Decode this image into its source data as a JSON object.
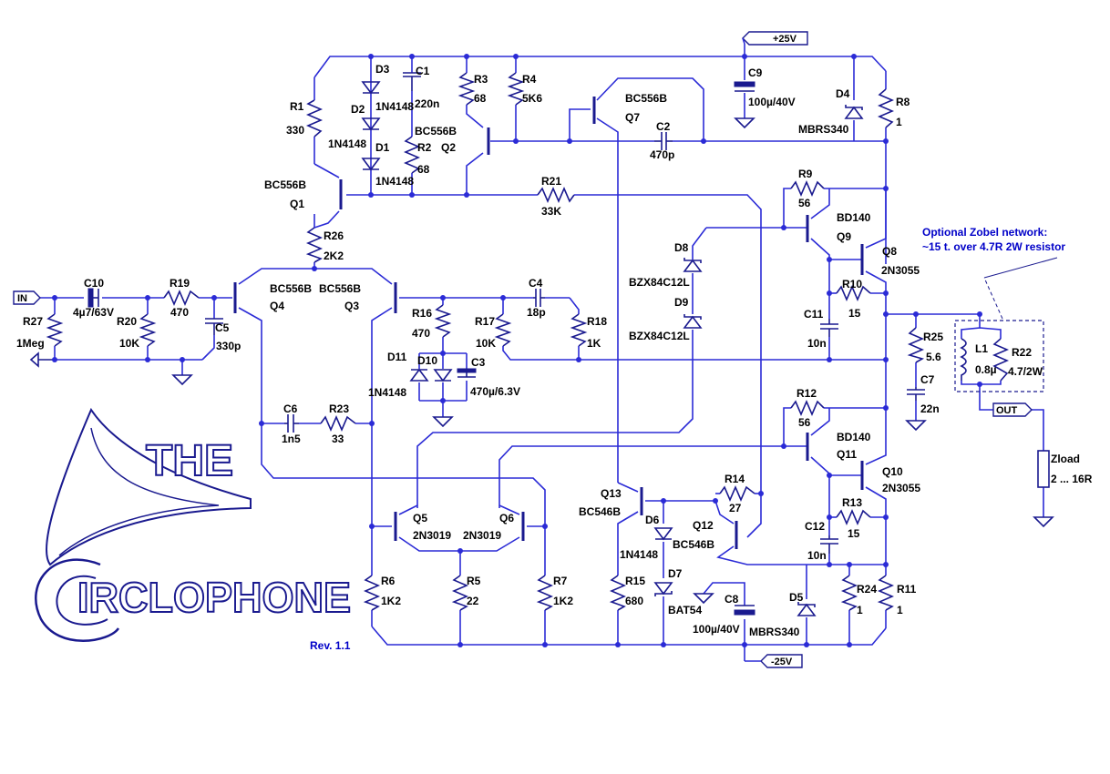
{
  "logo": {
    "line1": "THE",
    "line2": "IRCLOPHONE",
    "revision": "Rev. 1.1"
  },
  "ports": {
    "in": "IN",
    "out": "OUT",
    "vpos": "+25V",
    "vneg": "-25V"
  },
  "note": {
    "line1": "Optional Zobel network:",
    "line2": "~15 t. over 4.7R 2W resistor"
  },
  "labels": [
    {
      "id": "R1",
      "t": "R1"
    },
    {
      "id": "R1v",
      "t": "330"
    },
    {
      "id": "D3",
      "t": "D3"
    },
    {
      "id": "D2",
      "t": "D2"
    },
    {
      "id": "D2v",
      "t": "1N4148"
    },
    {
      "id": "D1",
      "t": "D1"
    },
    {
      "id": "D1v",
      "t": "1N4148"
    },
    {
      "id": "D12v",
      "t": "1N4148"
    },
    {
      "id": "C1",
      "t": "C1"
    },
    {
      "id": "C1v",
      "t": "220n"
    },
    {
      "id": "R2t",
      "t": "BC556B"
    },
    {
      "id": "R2",
      "t": "R2"
    },
    {
      "id": "Q2",
      "t": "Q2"
    },
    {
      "id": "R2v",
      "t": "68"
    },
    {
      "id": "R3",
      "t": "R3"
    },
    {
      "id": "R3v",
      "t": "68"
    },
    {
      "id": "R4",
      "t": "R4"
    },
    {
      "id": "R4v",
      "t": "5K6"
    },
    {
      "id": "Q7t",
      "t": "BC556B"
    },
    {
      "id": "Q7",
      "t": "Q7"
    },
    {
      "id": "C2",
      "t": "C2"
    },
    {
      "id": "C2v",
      "t": "470p"
    },
    {
      "id": "C9",
      "t": "C9"
    },
    {
      "id": "C9v",
      "t": "100µ/40V"
    },
    {
      "id": "D4",
      "t": "D4"
    },
    {
      "id": "D4v",
      "t": "MBRS340"
    },
    {
      "id": "R8",
      "t": "R8"
    },
    {
      "id": "R8v",
      "t": "1"
    },
    {
      "id": "Q1t",
      "t": "BC556B"
    },
    {
      "id": "Q1",
      "t": "Q1"
    },
    {
      "id": "R21",
      "t": "R21"
    },
    {
      "id": "R21v",
      "t": "33K"
    },
    {
      "id": "R9",
      "t": "R9"
    },
    {
      "id": "R9v",
      "t": "56"
    },
    {
      "id": "Q9t",
      "t": "BD140"
    },
    {
      "id": "Q9",
      "t": "Q9"
    },
    {
      "id": "Q8",
      "t": "Q8"
    },
    {
      "id": "Q8t",
      "t": "2N3055"
    },
    {
      "id": "R26",
      "t": "R26"
    },
    {
      "id": "R26v",
      "t": "2K2"
    },
    {
      "id": "D8",
      "t": "D8"
    },
    {
      "id": "D8v",
      "t": "BZX84C12L"
    },
    {
      "id": "D9",
      "t": "D9"
    },
    {
      "id": "D9v",
      "t": "BZX84C12L"
    },
    {
      "id": "C10",
      "t": "C10"
    },
    {
      "id": "C10v",
      "t": "4µ7/63V"
    },
    {
      "id": "R19",
      "t": "R19"
    },
    {
      "id": "R19v",
      "t": "470"
    },
    {
      "id": "Q4t",
      "t": "BC556B"
    },
    {
      "id": "Q4",
      "t": "Q4"
    },
    {
      "id": "Q3t",
      "t": "BC556B"
    },
    {
      "id": "Q3",
      "t": "Q3"
    },
    {
      "id": "C4",
      "t": "C4"
    },
    {
      "id": "C4v",
      "t": "18p"
    },
    {
      "id": "R10",
      "t": "R10"
    },
    {
      "id": "R10v",
      "t": "15"
    },
    {
      "id": "R27",
      "t": "R27"
    },
    {
      "id": "R27v",
      "t": "1Meg"
    },
    {
      "id": "R20",
      "t": "R20"
    },
    {
      "id": "R20v",
      "t": "10K"
    },
    {
      "id": "C5",
      "t": "C5"
    },
    {
      "id": "C5v",
      "t": "330p"
    },
    {
      "id": "R16",
      "t": "R16"
    },
    {
      "id": "R16v",
      "t": "470"
    },
    {
      "id": "R17",
      "t": "R17"
    },
    {
      "id": "R17v",
      "t": "10K"
    },
    {
      "id": "R18",
      "t": "R18"
    },
    {
      "id": "R18v",
      "t": "1K"
    },
    {
      "id": "C11",
      "t": "C11"
    },
    {
      "id": "C11v",
      "t": "10n"
    },
    {
      "id": "R25",
      "t": "R25"
    },
    {
      "id": "R25v",
      "t": "5.6"
    },
    {
      "id": "L1",
      "t": "L1"
    },
    {
      "id": "L1v",
      "t": "0.8µ"
    },
    {
      "id": "R22",
      "t": "R22"
    },
    {
      "id": "R22v",
      "t": "4.7/2W"
    },
    {
      "id": "D11",
      "t": "D11"
    },
    {
      "id": "D10",
      "t": "D10"
    },
    {
      "id": "C3",
      "t": "C3"
    },
    {
      "id": "D11v",
      "t": "1N4148"
    },
    {
      "id": "C3v",
      "t": "470µ/6.3V"
    },
    {
      "id": "C7",
      "t": "C7"
    },
    {
      "id": "C7v",
      "t": "22n"
    },
    {
      "id": "C6",
      "t": "C6"
    },
    {
      "id": "C6v",
      "t": "1n5"
    },
    {
      "id": "R23",
      "t": "R23"
    },
    {
      "id": "R23v",
      "t": "33"
    },
    {
      "id": "R12",
      "t": "R12"
    },
    {
      "id": "R12v",
      "t": "56"
    },
    {
      "id": "Q11t",
      "t": "BD140"
    },
    {
      "id": "Q11",
      "t": "Q11"
    },
    {
      "id": "Zl",
      "t": "Zload"
    },
    {
      "id": "Zlv",
      "t": "2 ... 16R"
    },
    {
      "id": "Q10",
      "t": "Q10"
    },
    {
      "id": "Q10t",
      "t": "2N3055"
    },
    {
      "id": "R14",
      "t": "R14"
    },
    {
      "id": "R14v",
      "t": "27"
    },
    {
      "id": "Q13",
      "t": "Q13"
    },
    {
      "id": "Q13t",
      "t": "BC546B"
    },
    {
      "id": "D6",
      "t": "D6"
    },
    {
      "id": "Q12",
      "t": "Q12"
    },
    {
      "id": "Q12t",
      "t": "BC546B"
    },
    {
      "id": "Q5",
      "t": "Q5"
    },
    {
      "id": "Q5t",
      "t": "2N3019"
    },
    {
      "id": "Q6",
      "t": "Q6"
    },
    {
      "id": "Q6t",
      "t": "2N3019"
    },
    {
      "id": "R13",
      "t": "R13"
    },
    {
      "id": "R13v",
      "t": "15"
    },
    {
      "id": "C12",
      "t": "C12"
    },
    {
      "id": "C12v",
      "t": "10n"
    },
    {
      "id": "D6v",
      "t": "1N4148"
    },
    {
      "id": "R6",
      "t": "R6"
    },
    {
      "id": "R6v",
      "t": "1K2"
    },
    {
      "id": "R5",
      "t": "R5"
    },
    {
      "id": "R5v",
      "t": "22"
    },
    {
      "id": "R7",
      "t": "R7"
    },
    {
      "id": "R7v",
      "t": "1K2"
    },
    {
      "id": "R15",
      "t": "R15"
    },
    {
      "id": "R15v",
      "t": "680"
    },
    {
      "id": "D7",
      "t": "D7"
    },
    {
      "id": "D7v",
      "t": "BAT54"
    },
    {
      "id": "C8",
      "t": "C8"
    },
    {
      "id": "C8v",
      "t": "100µ/40V"
    },
    {
      "id": "D5",
      "t": "D5"
    },
    {
      "id": "D5v",
      "t": "MBRS340"
    },
    {
      "id": "R24",
      "t": "R24"
    },
    {
      "id": "R24v",
      "t": "1"
    },
    {
      "id": "R11",
      "t": "R11"
    },
    {
      "id": "R11v",
      "t": "1"
    }
  ]
}
